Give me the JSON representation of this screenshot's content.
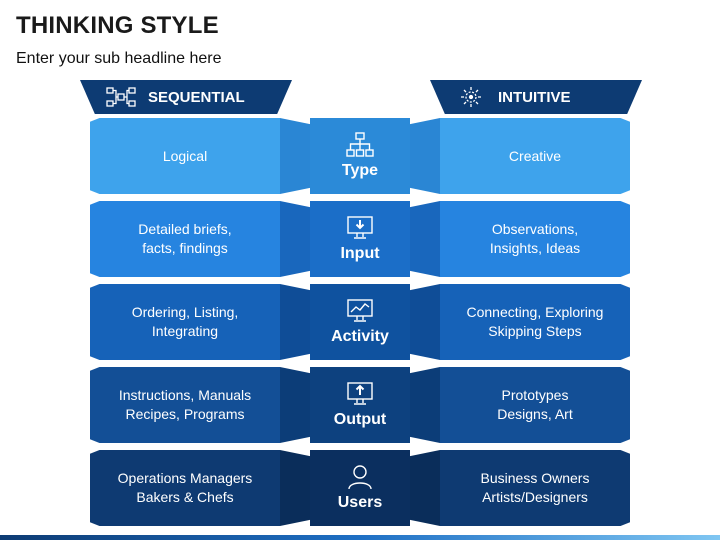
{
  "title": "THINKING STYLE",
  "subtitle": "Enter your sub headline here",
  "headers": {
    "left": {
      "label": "SEQUENTIAL",
      "icon": "flowchart-icon"
    },
    "right": {
      "label": "INTUITIVE",
      "icon": "idea-burst-icon"
    }
  },
  "rows": [
    {
      "center": "Type",
      "icon": "hierarchy-icon",
      "left": "Logical",
      "right": "Creative",
      "colors": {
        "side": "#3ea3ec",
        "fold": "#2a86d4",
        "center": "#2b8ad8"
      }
    },
    {
      "center": "Input",
      "icon": "monitor-download-icon",
      "left": "Detailed briefs,\nfacts, findings",
      "right": "Observations,\nInsights, Ideas",
      "colors": {
        "side": "#2684e0",
        "fold": "#1967bd",
        "center": "#1b6ec8"
      }
    },
    {
      "center": "Activity",
      "icon": "chart-monitor-icon",
      "left": "Ordering, Listing,\nIntegrating",
      "right": "Connecting, Exploring\nSkipping Steps",
      "colors": {
        "side": "#1662b8",
        "fold": "#0f4d97",
        "center": "#0f529f"
      }
    },
    {
      "center": "Output",
      "icon": "monitor-upload-icon",
      "left": "Instructions, Manuals\nRecipes, Programs",
      "right": "Prototypes\nDesigns, Art",
      "colors": {
        "side": "#134f96",
        "fold": "#0c3d78",
        "center": "#0d417f"
      }
    },
    {
      "center": "Users",
      "icon": "user-icon",
      "left": "Operations Managers\nBakers & Chefs",
      "right": "Business Owners\nArtists/Designers",
      "colors": {
        "side": "#0e3a72",
        "fold": "#0a2d5a",
        "center": "#0b2f5f"
      }
    }
  ]
}
